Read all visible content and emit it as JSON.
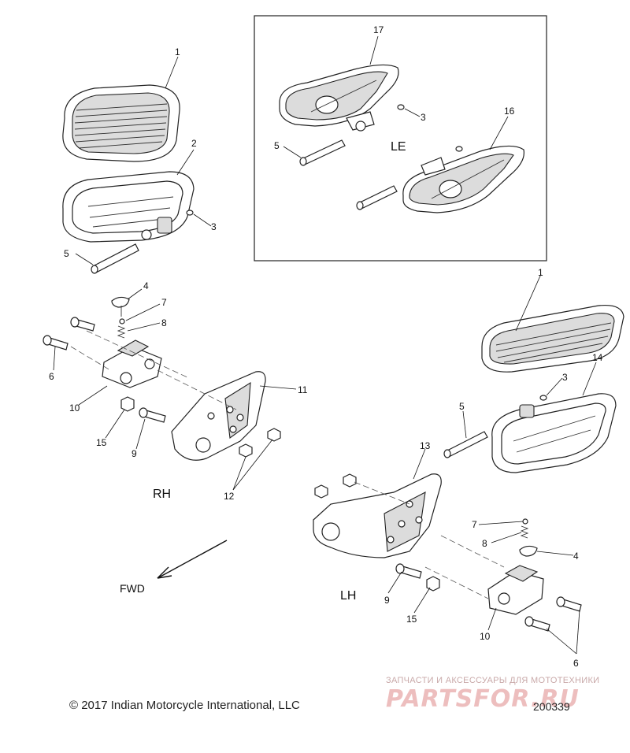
{
  "callouts": {
    "c1_top": "1",
    "c2": "2",
    "c3_top": "3",
    "c5_top": "5",
    "c17": "17",
    "c3_le": "3",
    "c5_le": "5",
    "c16": "16",
    "c4_rh": "4",
    "c7_rh": "7",
    "c8_rh": "8",
    "c6_rh": "6",
    "c10_rh": "10",
    "c11": "11",
    "c15_rh": "15",
    "c9_rh": "9",
    "c12": "12",
    "c1_lh": "1",
    "c14": "14",
    "c3_lh": "3",
    "c5_lh": "5",
    "c13": "13",
    "c7_lh": "7",
    "c8_lh": "8",
    "c4_lh": "4",
    "c9_lh": "9",
    "c15_lh": "15",
    "c10_lh": "10",
    "c6_lh": "6"
  },
  "labels": {
    "le": "LE",
    "rh": "RH",
    "lh": "LH",
    "fwd": "FWD"
  },
  "footer": {
    "copyright": "© 2017 Indian Motorcycle International, LLC",
    "drawing_number": "200339"
  },
  "watermark": {
    "tagline": "ЗАПЧАСТИ И АКСЕССУАРЫ ДЛЯ МОТОТЕХНИКИ",
    "brand": "PARTSFOR.RU"
  }
}
